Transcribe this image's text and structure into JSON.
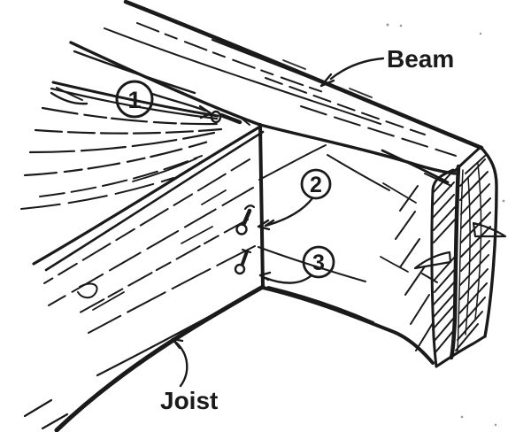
{
  "diagram": {
    "type": "hand-drawn-construction-sketch",
    "background_color": "#ffffff",
    "ink_color": "#1a1a1a",
    "labels": {
      "beam": "Beam",
      "joist": "Joist"
    },
    "callouts": [
      {
        "number": "1"
      },
      {
        "number": "2"
      },
      {
        "number": "3"
      }
    ]
  }
}
